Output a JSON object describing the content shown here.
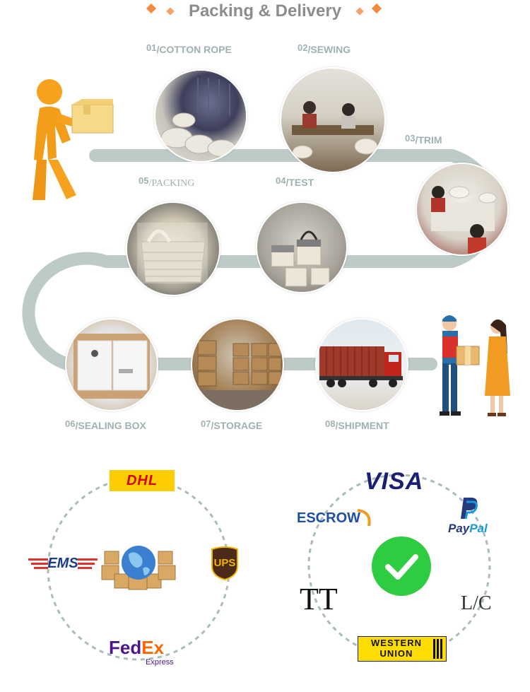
{
  "header": {
    "title": "Packing & Delivery"
  },
  "steps": [
    {
      "num": "01",
      "label": "COTTON ROPE"
    },
    {
      "num": "02",
      "label": "SEWING"
    },
    {
      "num": "03",
      "label": "TRIM"
    },
    {
      "num": "04",
      "label": "TEST"
    },
    {
      "num": "05",
      "label": "PACKING"
    },
    {
      "num": "06",
      "label": "SEALING BOX"
    },
    {
      "num": "07",
      "label": "STORAGE"
    },
    {
      "num": "08",
      "label": "SHIPMENT"
    }
  ],
  "shipping": {
    "dhl": "DHL",
    "ems": "EMS",
    "ups": "UPS",
    "fedex_fed": "Fed",
    "fedex_ex": "Ex",
    "fedex_sub": "Express"
  },
  "payment": {
    "visa": "VISA",
    "escrow": "ESCROW",
    "paypal_pay": "Pay",
    "paypal_pal": "Pal",
    "tt": "TT",
    "lc": "L/C",
    "wu_line1": "WESTERN",
    "wu_line2": "UNION"
  },
  "colors": {
    "accent": "#f28b40",
    "band": "#bccbc8",
    "label": "#9fb2b2",
    "dhl_yellow": "#ffcc00",
    "dhl_red": "#d40511",
    "visa_blue": "#1a1f71",
    "check_green": "#2ecc40"
  }
}
